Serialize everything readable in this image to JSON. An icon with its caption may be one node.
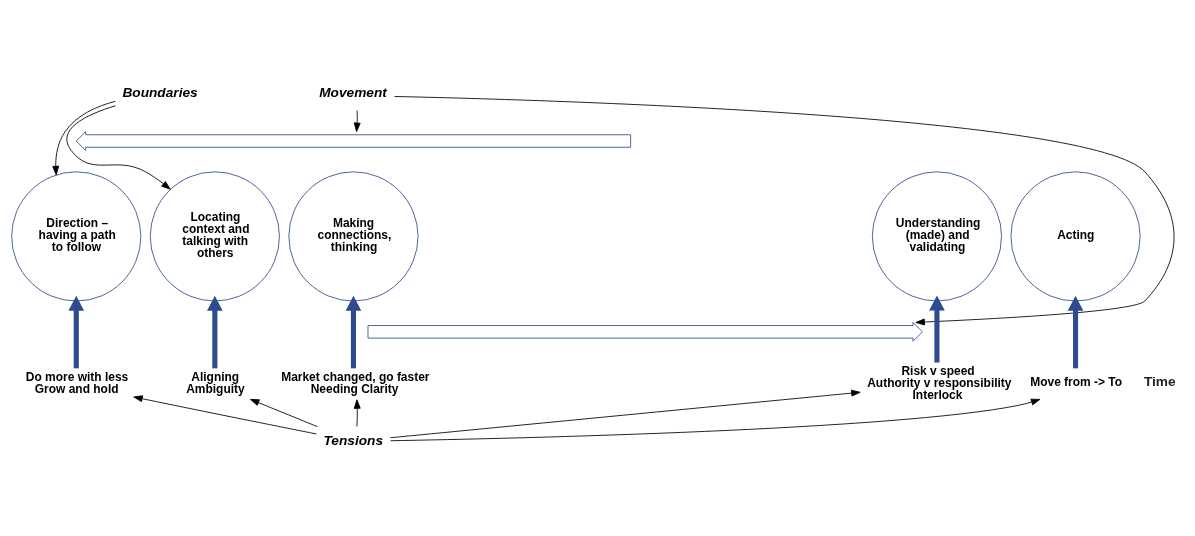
{
  "diagram": {
    "nodes": [
      {
        "text": [
          "Boundaries"
        ]
      },
      {
        "text": [
          "Movement"
        ]
      },
      {
        "text": [
          "Direction – having a path to follow"
        ]
      },
      {
        "text": [
          "Locating context and talking with others"
        ]
      },
      {
        "text": [
          "Making connections, thinking"
        ]
      },
      {
        "text": [
          "Understanding (made) and validating"
        ]
      },
      {
        "text": [
          "Acting"
        ]
      },
      {
        "text": [],
        "shape": "arrow"
      },
      {
        "text": [],
        "shape": "arrow"
      },
      {
        "text": [
          "Do more with less",
          "Grow and hold"
        ]
      },
      {
        "text": [
          "Aligning",
          "Ambiguity"
        ]
      },
      {
        "text": [
          "Market changed, go faster",
          "Needing Clarity"
        ]
      },
      {
        "text": [
          "Risk v speed",
          "Authority v responsibility",
          "Interlock"
        ]
      },
      {
        "text": [
          "Move from -> To"
        ]
      },
      {
        "text": [
          "Tensions"
        ]
      }
    ],
    "edges": [
      {
        "from": 0,
        "to": 2,
        "arrow": "to"
      },
      {
        "from": 0,
        "to": 3,
        "arrow": "to"
      },
      {
        "from": 1,
        "to": 7,
        "arrow": "to"
      },
      {
        "from": 1,
        "to": 8,
        "arrow": "to"
      },
      {
        "from": 9,
        "to": 2,
        "arrow": "to",
        "style": "thick",
        "color": "#2f4b8f"
      },
      {
        "from": 10,
        "to": 3,
        "arrow": "to",
        "style": "thick",
        "color": "#2f4b8f"
      },
      {
        "from": 11,
        "to": 4,
        "arrow": "to",
        "style": "thick",
        "color": "#2f4b8f"
      },
      {
        "from": 12,
        "to": 5,
        "arrow": "to",
        "style": "thick",
        "color": "#2f4b8f"
      },
      {
        "from": 13,
        "to": 6,
        "arrow": "to",
        "style": "thick",
        "color": "#2f4b8f"
      },
      {
        "from": 14,
        "to": 9,
        "arrow": "to"
      },
      {
        "from": 14,
        "to": 10,
        "arrow": "to"
      },
      {
        "from": 14,
        "to": 11,
        "arrow": "to"
      },
      {
        "from": 14,
        "to": 12,
        "arrow": "to"
      },
      {
        "from": 14,
        "to": 13,
        "arrow": "to"
      }
    ],
    "labels": [
      "Time"
    ]
  }
}
